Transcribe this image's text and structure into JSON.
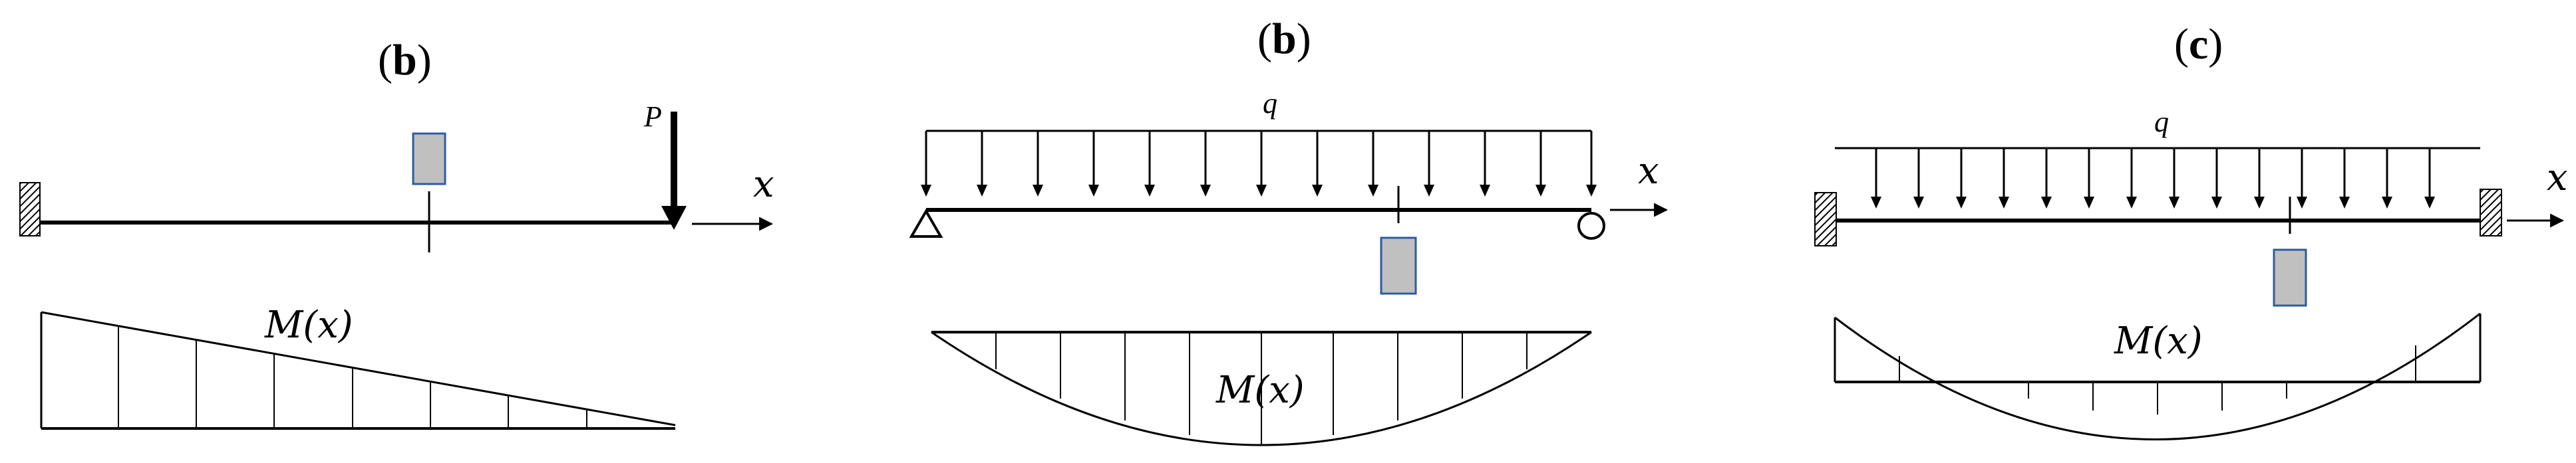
{
  "panels": [
    {
      "label": "b",
      "load_symbol": "P",
      "axis_symbol": "x",
      "moment_label": "M(x)"
    },
    {
      "label": "b",
      "load_symbol": "q",
      "axis_symbol": "x",
      "moment_label": "M(x)"
    },
    {
      "label": "c",
      "load_symbol": "q",
      "axis_symbol": "x",
      "moment_label": "M(x)"
    }
  ],
  "colors": {
    "element_fill": "#c0c0c0",
    "element_stroke": "#2e5c9e",
    "line": "#000000"
  }
}
